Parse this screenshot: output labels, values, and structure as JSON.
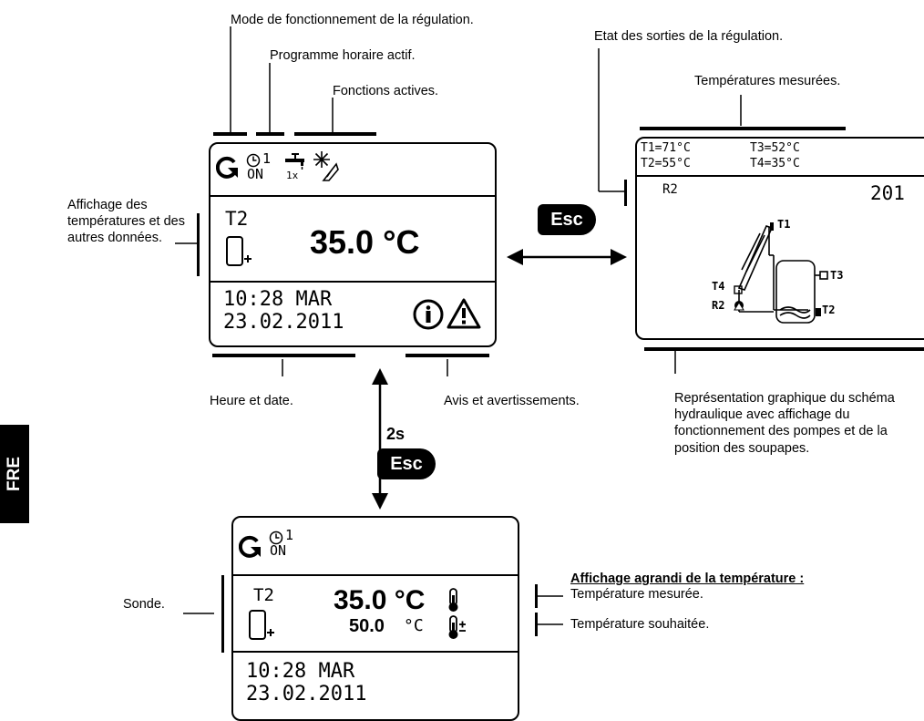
{
  "language_tab": "FRE",
  "labels": {
    "mode": "Mode de fonctionnement de la régulation.",
    "program": "Programme horaire actif.",
    "functions": "Fonctions actives.",
    "display_temps": "Affichage des températures et des autres données.",
    "time_date": "Heure et date.",
    "notices": "Avis et avertissements.",
    "outputs_state": "Etat des sorties de la régulation.",
    "measured_temps": "Températures mesurées.",
    "hydraulic": "Représentation graphique du schéma hydraulique avec affichage du fonctionnement des pompes et de la position des soupapes.",
    "probe": "Sonde.",
    "zoom_title": "Affichage agrandi de la température :",
    "measured_temp": "Température mesurée.",
    "desired_temp": "Température souhaitée."
  },
  "keys": {
    "esc": "Esc",
    "hold": "2s"
  },
  "main_screen": {
    "clock_num": "1",
    "clock_state": "ON",
    "tap_count": "1x",
    "sensor": "T2",
    "temperature": "35.0 °C",
    "time": "10:28 MAR",
    "date": "23.02.2011"
  },
  "right_screen": {
    "t1": "T1=71°C",
    "t2": "T2=55°C",
    "t3": "T3=52°C",
    "t4": "T4=35°C",
    "output": "R2",
    "scheme": "201",
    "lbl_t1": "T1",
    "lbl_t2": "T2",
    "lbl_t3": "T3",
    "lbl_t4": "T4",
    "lbl_r2": "R2"
  },
  "bottom_screen": {
    "clock_num": "1",
    "clock_state": "ON",
    "sensor": "T2",
    "measured": "35.0 °C",
    "desired_value": "50.0",
    "desired_unit": "°C",
    "time": "10:28 MAR",
    "date": "23.02.2011"
  }
}
